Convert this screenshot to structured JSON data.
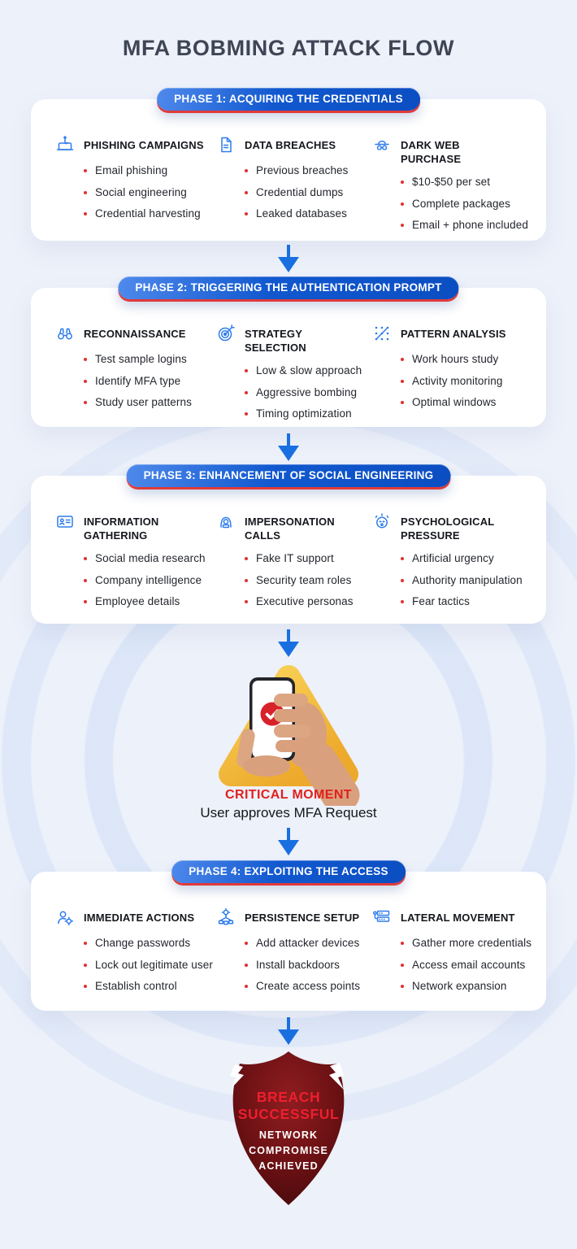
{
  "title": "MFA BOBMING ATTACK FLOW",
  "phases": [
    {
      "badge": "PHASE 1: ACQUIRING THE CREDENTIALS",
      "columns": [
        {
          "icon": "phishing-laptop-hook-icon",
          "title": "PHISHING CAMPAIGNS",
          "items": [
            "Email phishing",
            "Social engineering",
            "Credential harvesting"
          ]
        },
        {
          "icon": "document-icon",
          "title": "DATA BREACHES",
          "items": [
            "Previous breaches",
            "Credential dumps",
            "Leaked databases"
          ]
        },
        {
          "icon": "spy-hat-icon",
          "title": "DARK WEB PURCHASE",
          "items": [
            "$10-$50 per set",
            "Complete packages",
            "Email + phone included"
          ]
        }
      ]
    },
    {
      "badge": "PHASE 2: TRIGGERING THE AUTHENTICATION PROMPT",
      "columns": [
        {
          "icon": "binoculars-icon",
          "title": "RECONNAISSANCE",
          "items": [
            "Test sample logins",
            "Identify MFA type",
            "Study user patterns"
          ]
        },
        {
          "icon": "target-icon",
          "title": "STRATEGY SELECTION",
          "items": [
            "Low & slow approach",
            "Aggressive bombing",
            "Timing optimization"
          ]
        },
        {
          "icon": "pattern-dots-icon",
          "title": "PATTERN ANALYSIS",
          "items": [
            "Work hours study",
            "Activity monitoring",
            "Optimal windows"
          ]
        }
      ]
    },
    {
      "badge": "PHASE 3: ENHANCEMENT OF SOCIAL ENGINEERING",
      "columns": [
        {
          "icon": "id-card-icon",
          "title": "INFORMATION GATHERING",
          "items": [
            "Social media research",
            "Company intelligence",
            "Employee details"
          ]
        },
        {
          "icon": "hacker-hood-icon",
          "title": "IMPERSONATION CALLS",
          "items": [
            "Fake IT support",
            "Security team roles",
            "Executive personas"
          ]
        },
        {
          "icon": "stressed-face-icon",
          "title": "PSYCHOLOGICAL PRESSURE",
          "items": [
            "Artificial urgency",
            "Authority manipulation",
            "Fear tactics"
          ]
        }
      ]
    },
    {
      "badge": "PHASE 4: EXPLOITING THE ACCESS",
      "columns": [
        {
          "icon": "user-gear-icon",
          "title": "IMMEDIATE ACTIONS",
          "items": [
            "Change passwords",
            "Lock out legitimate user",
            "Establish control"
          ]
        },
        {
          "icon": "network-gear-icon",
          "title": "PERSISTENCE SETUP",
          "items": [
            "Add attacker devices",
            "Install backdoors",
            "Create access points"
          ]
        },
        {
          "icon": "server-key-icon",
          "title": "LATERAL MOVEMENT",
          "items": [
            "Gather more credentials",
            "Access email accounts",
            "Network expansion"
          ]
        }
      ]
    }
  ],
  "critical_moment": {
    "label": "CRITICAL MOMENT",
    "description": "User approves MFA Request"
  },
  "result_shield": {
    "headline_line1": "BREACH",
    "headline_line2": "SUCCESSFUL",
    "sub_line1": "NETWORK",
    "sub_line2": "COMPROMISE",
    "sub_line3": "ACHIEVED"
  },
  "colors": {
    "background": "#edf1fa",
    "card": "#ffffff",
    "badge_gradient_start": "#4f8aec",
    "badge_gradient_end": "#0b4ec2",
    "badge_underline_red": "#e03a3a",
    "bullet_red": "#e03131",
    "icon_blue": "#2e7cec",
    "arrow_blue": "#1a6fe0",
    "critical_red": "#e0211c",
    "triangle_gold": "#f2b733",
    "shield_maroon": "#5d0f11",
    "shield_text_red": "#ee1f2e"
  }
}
